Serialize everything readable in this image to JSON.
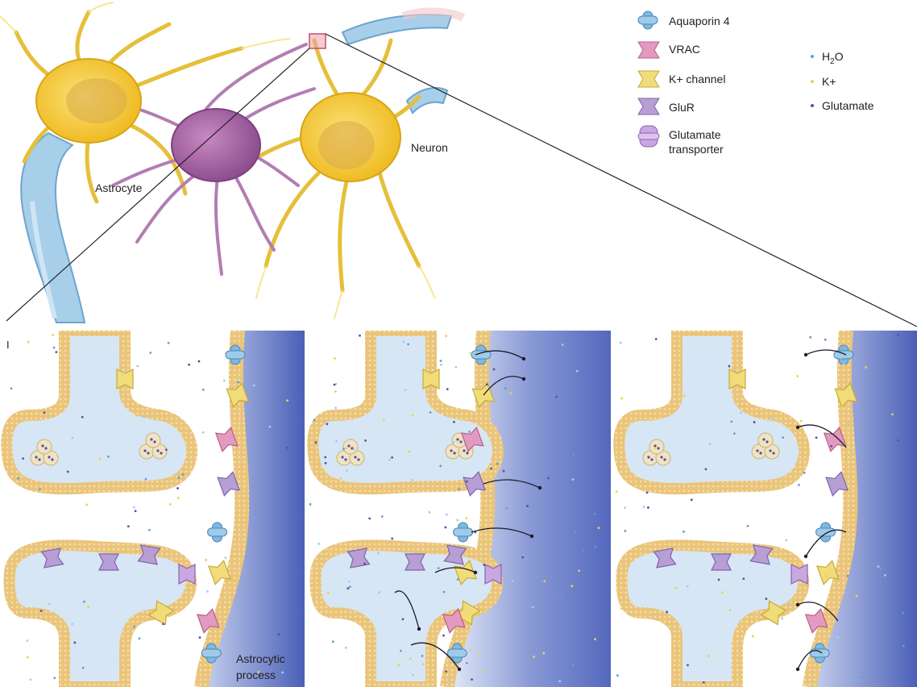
{
  "labels": {
    "astrocyte": "Astrocyte",
    "neuron": "Neuron",
    "process_line1": "Astrocytic",
    "process_line2": "process",
    "panel_letter": "I"
  },
  "legend": {
    "channels": [
      {
        "label": "Aquaporin 4",
        "icon": "aquaporin-icon",
        "color": "#7fb8e0"
      },
      {
        "label": "VRAC",
        "icon": "vrac-icon",
        "color": "#e39ac0"
      },
      {
        "label": "K+ channel",
        "icon": "k-channel-icon",
        "color": "#f1dc7a"
      },
      {
        "label": "GluR",
        "icon": "glur-icon",
        "color": "#b79fd6"
      },
      {
        "label": "Glutamate",
        "label2": "transporter",
        "icon": "glutamate-transporter-icon",
        "color": "#c9a7e0"
      }
    ],
    "particles": [
      {
        "label_main": "H",
        "label_sub": "2",
        "label_tail": "O",
        "color": "#5aa0d8"
      },
      {
        "label_main": "K+",
        "label_sub": "",
        "label_tail": "",
        "color": "#e8d24a"
      },
      {
        "label_main": "Glutamate",
        "label_sub": "",
        "label_tail": "",
        "color": "#5b4ea8"
      }
    ]
  },
  "colors": {
    "astrocyte_body": "#f6cc2f",
    "astrocyte_nucleus": "#d8a94a",
    "neuron_body": "#a86aa6",
    "vessel": "#9cc7e6",
    "membrane": "#e7c277",
    "cytoplasm": "#d7e6f4",
    "astro_process": "#5f73c4",
    "zoom_box": "#d9637d"
  }
}
